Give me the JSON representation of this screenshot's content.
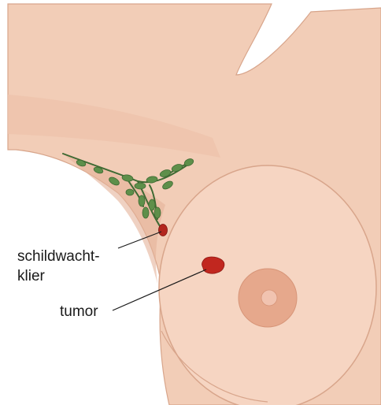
{
  "labels": {
    "sentinel_node_line1": "schildwacht-",
    "sentinel_node_line2": "klier",
    "tumor": "tumor"
  },
  "colors": {
    "skin": "#f2cdb7",
    "skin_shadow": "#e8b9a2",
    "outline": "#d8a58b",
    "breast": "#f6d5c2",
    "areola": "#e6a88c",
    "nipple": "#f1c3b0",
    "lymph": "#5e8f4a",
    "lymph_dark": "#3f6a33",
    "sentinel_node": "#b3261e",
    "tumor": "#c1271f"
  }
}
